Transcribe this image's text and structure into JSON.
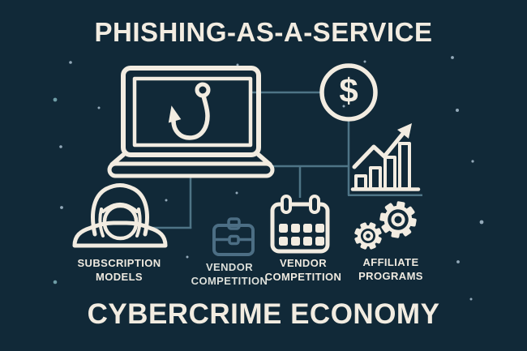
{
  "title": "PHISHING-AS-A-SERVICE",
  "subtitle": "CYBERCRIME ECONOMY",
  "diagram": {
    "dollar_symbol": "$",
    "labels": [
      {
        "id": "subscription-models",
        "text": "SUBSCRIPTION\nMODELS"
      },
      {
        "id": "vendor-competition-1",
        "text": "VENDOR\nCOMPETITION"
      },
      {
        "id": "vendor-competition-2",
        "text": "VENDOR\nCOMPETITION"
      },
      {
        "id": "affiliate-programs",
        "text": "AFFILIATE\nPROGRAMS"
      }
    ],
    "icons": [
      "laptop-phishing-hook-icon",
      "dollar-coin-icon",
      "growth-chart-icon",
      "hooded-hacker-icon",
      "briefcase-icon",
      "calendar-icon",
      "gears-icon"
    ]
  },
  "colors": {
    "background": "#112938",
    "foreground": "#F2ECE1",
    "connector": "#4E7486",
    "muted_icon": "#4C6E84",
    "star": "#93A9B9"
  }
}
